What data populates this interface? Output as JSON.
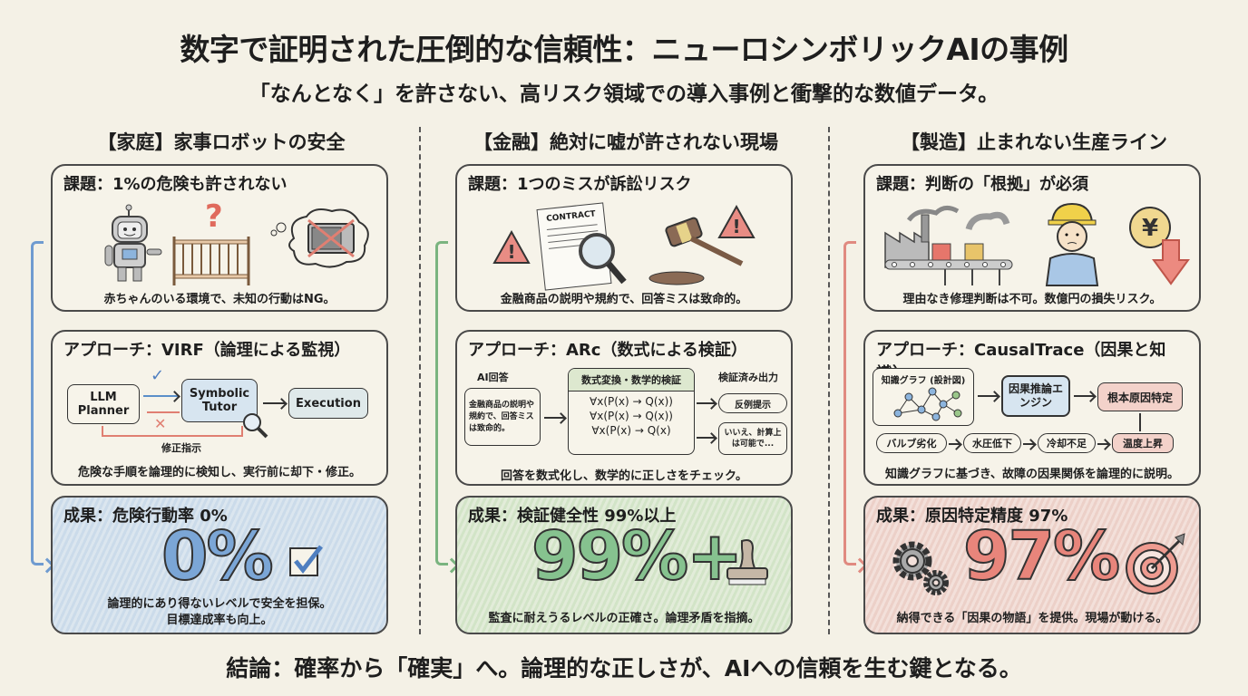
{
  "header": {
    "title": "数字で証明された圧倒的な信頼性：ニューロシンボリックAIの事例",
    "subtitle": "「なんとなく」を許さない、高リスク領域での導入事例と衝撃的な数値データ。"
  },
  "columns": [
    {
      "title": "【家庭】家事ロボットの安全",
      "accent": "#5b8fc9",
      "problem": {
        "heading": "課題：1%の危険も許されない",
        "caption": "赤ちゃんのいる環境で、未知の行動はNG。",
        "icons": [
          "robot-icon",
          "question-mark-icon",
          "crib-icon",
          "microwave-crossed-icon"
        ]
      },
      "approach": {
        "heading": "アプローチ：VIRF（論理による監視）",
        "nodes": {
          "planner": "LLM Planner",
          "tutor": "Symbolic Tutor",
          "execution": "Execution"
        },
        "feedback_label": "修正指示",
        "caption": "危険な手順を論理的に検知し、実行前に却下・修正。"
      },
      "result": {
        "heading": "成果：危険行動率 0%",
        "big_value": "0%",
        "caption_line1": "論理的にあり得ないレベルで安全を担保。",
        "caption_line2": "目標達成率も向上。"
      }
    },
    {
      "title": "【金融】絶対に嘘が許されない現場",
      "accent": "#6fae74",
      "problem": {
        "heading": "課題：1つのミスが訴訟リスク",
        "contract_label": "CONTRACT",
        "caption": "金融商品の説明や規約で、回答ミスは致命的。",
        "icons": [
          "warning-icon",
          "contract-icon",
          "magnifier-icon",
          "gavel-icon",
          "warning-icon"
        ]
      },
      "approach": {
        "heading": "アプローチ：ARc（数式による検証）",
        "input_label": "AI回答",
        "input_text": "金融商品の説明や規約で、回答ミスは致命的。",
        "verify_header": "数式変換・数学的検証",
        "formulas": [
          "∀x(P(x) → Q(x))",
          "∀x(P(x) → Q(x))",
          "∀x(P(x) → Q(x)"
        ],
        "output_label": "検証済み出力",
        "outputs": [
          "反例提示",
          "いいえ、計算上は可能で..."
        ],
        "caption": "回答を数式化し、数学的に正しさをチェック。"
      },
      "result": {
        "heading": "成果：検証健全性 99%以上",
        "big_value": "99%+",
        "caption": "監査に耐えうるレベルの正確さ。論理矛盾を指摘。"
      }
    },
    {
      "title": "【製造】止まれない生産ライン",
      "accent": "#e07f72",
      "problem": {
        "heading": "課題：判断の「根拠」が必須",
        "caption": "理由なき修理判断は不可。数億円の損失リスク。",
        "icons": [
          "factory-icon",
          "worker-icon",
          "yen-down-icon"
        ]
      },
      "approach": {
        "heading": "アプローチ：CausalTrace（因果と知識）",
        "graph_label": "知識グラフ (設計図)",
        "engine_label": "因果推論エンジン",
        "root_label": "根本原因特定",
        "chain": [
          "バルブ劣化",
          "水圧低下",
          "冷却不足",
          "温度上昇"
        ],
        "caption": "知識グラフに基づき、故障の因果関係を論理的に説明。"
      },
      "result": {
        "heading": "成果：原因特定精度 97%",
        "big_value": "97%",
        "caption": "納得できる「因果の物語」を提供。現場が動ける。"
      }
    }
  ],
  "footer": {
    "conclusion": "結論：確率から「確実」へ。論理的な正しさが、AIへの信頼を生む鍵となる。"
  }
}
